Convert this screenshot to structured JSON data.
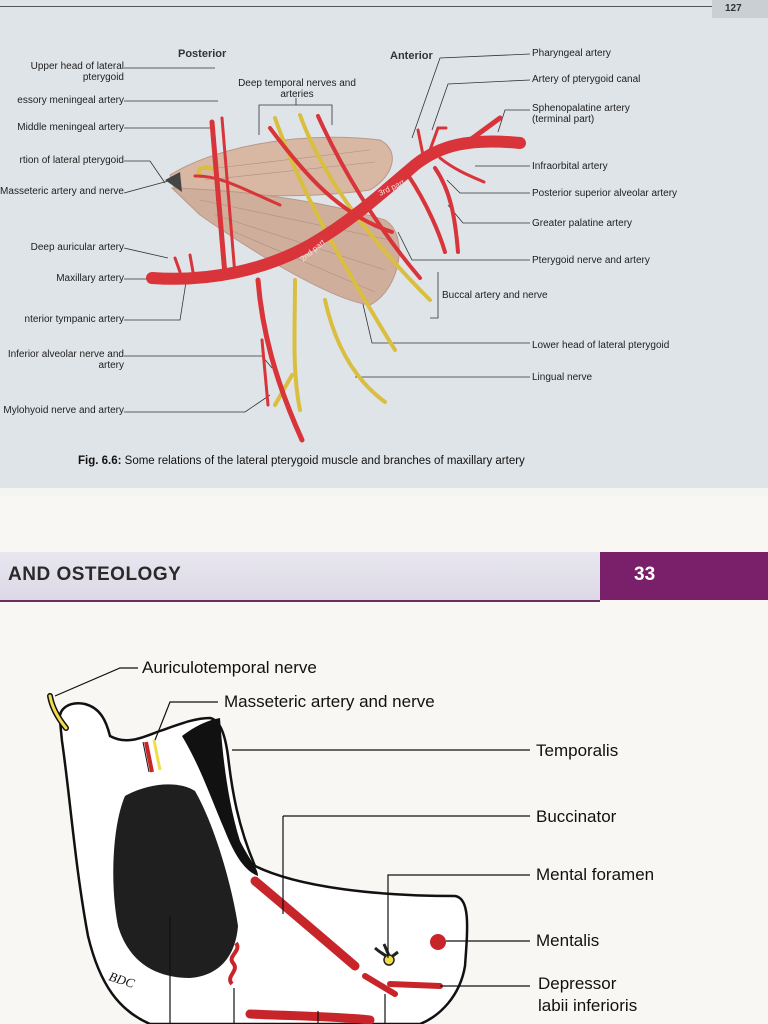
{
  "top_page": {
    "page_number": "127",
    "headings": {
      "posterior": "Posterior",
      "anterior": "Anterior",
      "deep_temporal": "Deep temporal nerves and arteries"
    },
    "left_labels": [
      "Upper head of lateral pterygoid",
      "essory meningeal artery",
      "Middle meningeal artery",
      "rtion of lateral pterygoid",
      "Masseteric artery and nerve",
      "Deep auricular artery",
      "Maxillary artery",
      "nterior tympanic artery",
      "Inferior alveolar nerve and artery",
      "Mylohyoid nerve and artery"
    ],
    "right_labels": [
      "Pharyngeal artery",
      "Artery of pterygoid canal",
      "Sphenopalatine artery (terminal part)",
      "Infraorbital artery",
      "Posterior superior alveolar artery",
      "Greater palatine artery",
      "Pterygoid nerve and artery",
      "Buccal artery and nerve",
      "Lower head of lateral pterygoid",
      "Lingual nerve"
    ],
    "part_labels": {
      "second": "2nd part",
      "third": "3rd part"
    },
    "caption_fig": "Fig. 6.6:",
    "caption_text": "Some relations of the lateral pterygoid muscle and branches of maxillary artery",
    "colors": {
      "artery": "#d8343a",
      "nerve": "#e7cf5a",
      "muscle": "#d9b8a8"
    }
  },
  "bottom_page": {
    "chapter_title": "AND OSTEOLOGY",
    "page_number": "33",
    "labels": {
      "auriculotemporal": "Auriculotemporal nerve",
      "masseteric": "Masseteric artery and nerve",
      "temporalis": "Temporalis",
      "buccinator": "Buccinator",
      "mental_foramen": "Mental foramen",
      "mentalis": "Mentalis",
      "depressor_1": "Depressor",
      "depressor_2": "labii inferioris",
      "bdc": "BDC"
    },
    "colors": {
      "accent": "#7a1f69",
      "artery": "#c8252b",
      "nerve": "#f1dd4a"
    }
  }
}
